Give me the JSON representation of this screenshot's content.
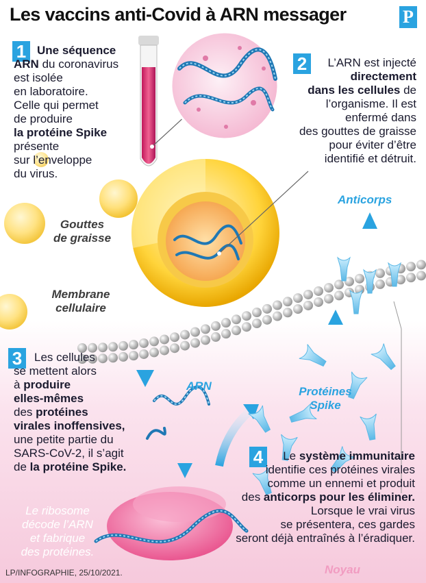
{
  "title": "Les vaccins anti-Covid à ARN messager",
  "logo": "P",
  "step1": {
    "number": "1",
    "lines": [
      [
        {
          "t": "Une séquence",
          "b": true
        }
      ],
      [
        {
          "t": "ARN",
          "b": true
        },
        {
          "t": " du coronavirus",
          "b": false
        }
      ],
      [
        {
          "t": "est isolée",
          "b": false
        }
      ],
      [
        {
          "t": "en laboratoire.",
          "b": false
        }
      ],
      [
        {
          "t": "Celle qui permet",
          "b": false
        }
      ],
      [
        {
          "t": "de produire",
          "b": false
        }
      ],
      [
        {
          "t": "la protéine Spike",
          "b": true
        }
      ],
      [
        {
          "t": "présente",
          "b": false
        }
      ],
      [
        {
          "t": "sur l’enveloppe",
          "b": false
        }
      ],
      [
        {
          "t": "du virus.",
          "b": false
        }
      ]
    ]
  },
  "step2": {
    "number": "2",
    "lines": [
      [
        {
          "t": "L’ARN est injecté",
          "b": false
        }
      ],
      [
        {
          "t": "directement",
          "b": true
        }
      ],
      [
        {
          "t": "dans les cellules",
          "b": true
        },
        {
          "t": " de",
          "b": false
        }
      ],
      [
        {
          "t": "l’organisme. Il est",
          "b": false
        }
      ],
      [
        {
          "t": "enfermé dans",
          "b": false
        }
      ],
      [
        {
          "t": "des gouttes de graisse",
          "b": false
        }
      ],
      [
        {
          "t": "pour éviter d’être",
          "b": false
        }
      ],
      [
        {
          "t": "identifié et détruit.",
          "b": false
        }
      ]
    ]
  },
  "step3": {
    "number": "3",
    "lines": [
      [
        {
          "t": "Les cellules",
          "b": false
        }
      ],
      [
        {
          "t": "se mettent alors",
          "b": false
        }
      ],
      [
        {
          "t": "à ",
          "b": false
        },
        {
          "t": "produire",
          "b": true
        }
      ],
      [
        {
          "t": "elles-mêmes",
          "b": true
        }
      ],
      [
        {
          "t": "des ",
          "b": false
        },
        {
          "t": "protéines",
          "b": true
        }
      ],
      [
        {
          "t": "virales inoffensives,",
          "b": true
        }
      ],
      [
        {
          "t": "une petite partie du",
          "b": false
        }
      ],
      [
        {
          "t": "SARS-CoV-2, il s’agit",
          "b": false
        }
      ],
      [
        {
          "t": "de ",
          "b": false
        },
        {
          "t": "la protéine Spike.",
          "b": true
        }
      ]
    ]
  },
  "step4": {
    "number": "4",
    "lines": [
      [
        {
          "t": "Le ",
          "b": false
        },
        {
          "t": "système immunitaire",
          "b": true
        }
      ],
      [
        {
          "t": "identifie ces protéines virales",
          "b": false
        }
      ],
      [
        {
          "t": "comme un ennemi et produit",
          "b": false
        }
      ],
      [
        {
          "t": "des ",
          "b": false
        },
        {
          "t": "anticorps pour les éliminer.",
          "b": true
        }
      ],
      [
        {
          "t": "Lorsque le vrai virus",
          "b": false
        }
      ],
      [
        {
          "t": "se présentera, ces gardes",
          "b": false
        }
      ],
      [
        {
          "t": "seront déjà entraînés à l’éradiquer.",
          "b": false
        }
      ]
    ]
  },
  "labels": {
    "gouttes": [
      "Gouttes",
      "de graisse"
    ],
    "membrane": [
      "Membrane",
      "cellulaire"
    ],
    "anticorps": "Anticorps",
    "arn": "ARN",
    "proteines": [
      "Protéines",
      "Spike"
    ],
    "ribosome": [
      "Le ribosome",
      "décode l’ARN",
      "et fabrique",
      "des protéines."
    ],
    "noyau": "Noyau"
  },
  "footer": "LP/INFOGRAPHIE, 25/10/2021.",
  "colors": {
    "accent": "#2aa3e0",
    "pink": "#f19cc1",
    "lipid": "#f2b705"
  }
}
